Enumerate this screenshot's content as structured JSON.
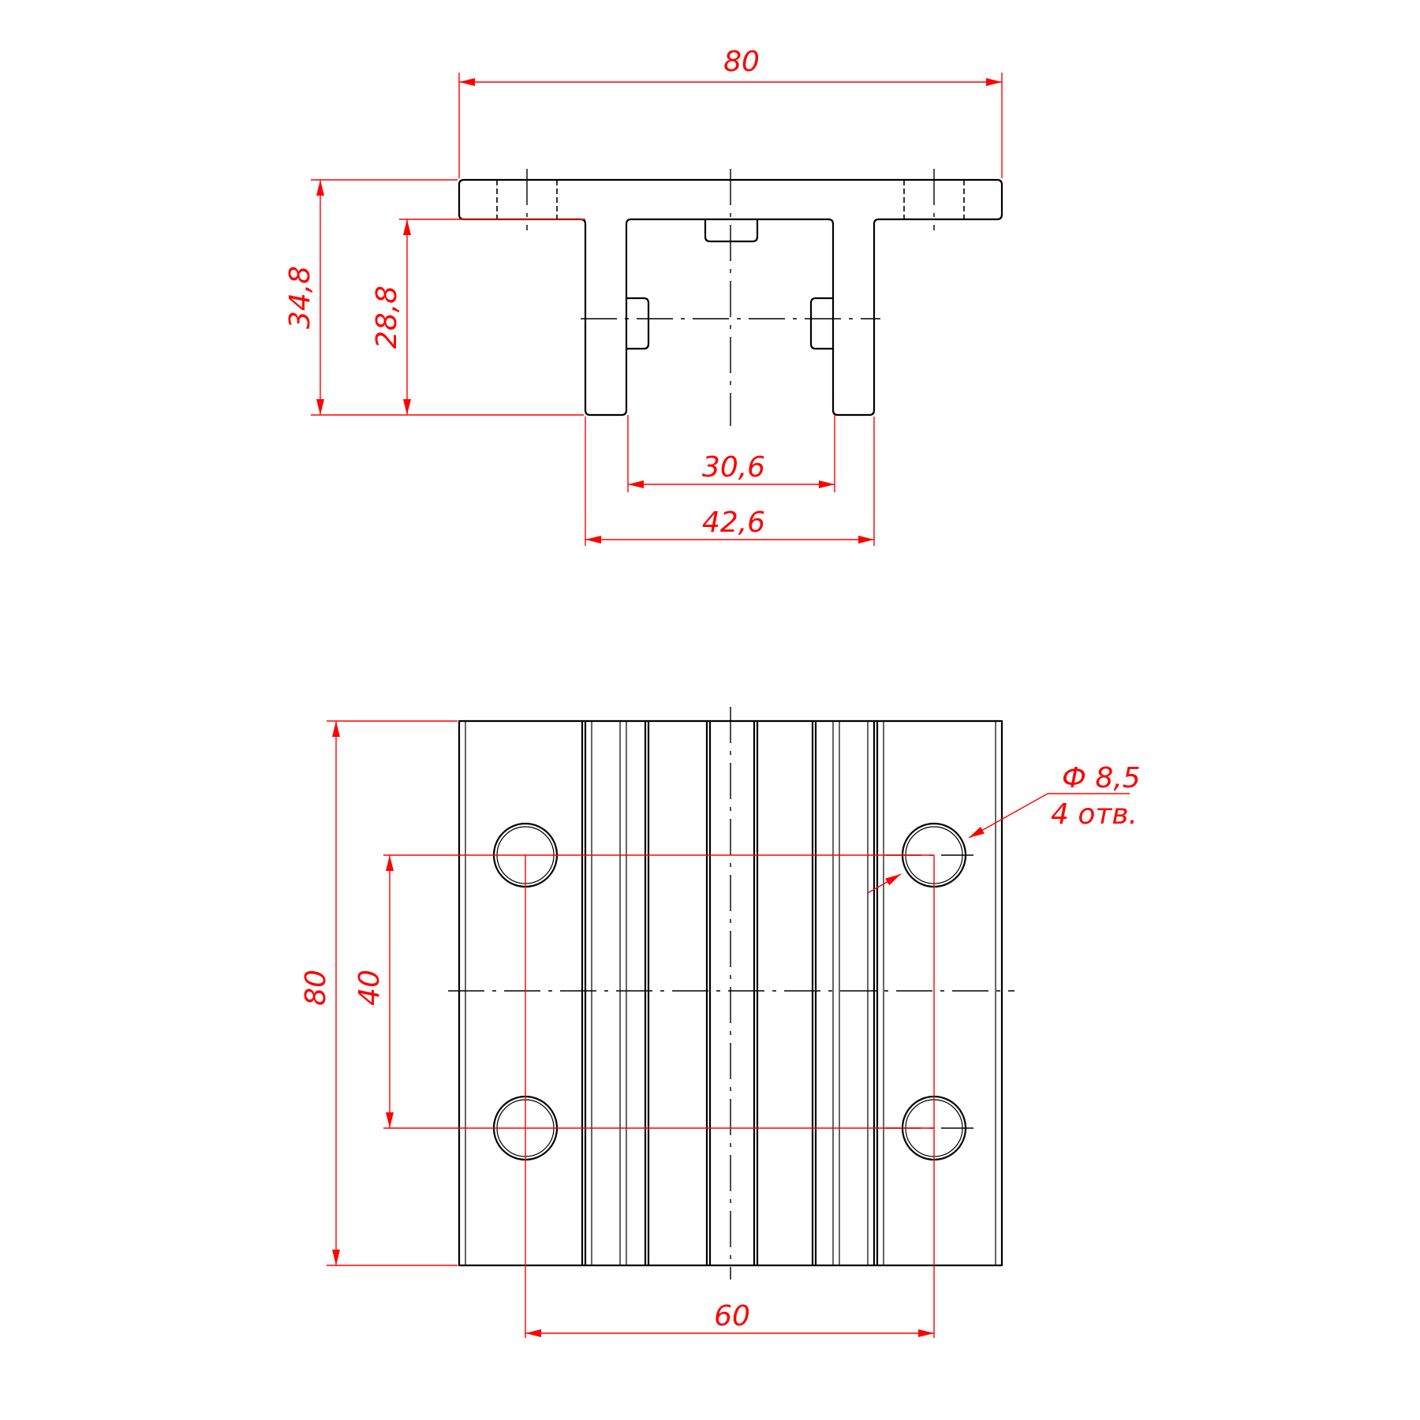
{
  "colors": {
    "geometry": "#000000",
    "dimension": "#ff0000",
    "background": "#ffffff"
  },
  "top_view": {
    "overall_width": "80",
    "overall_height": "34,8",
    "body_height": "28,8",
    "inner_width": "30,6",
    "outer_width": "42,6"
  },
  "plan_view": {
    "overall_length": "80",
    "hole_spacing_vertical": "40",
    "hole_spacing_horizontal": "60",
    "hole_diameter": "Ф 8,5",
    "hole_count": "4 отв."
  }
}
